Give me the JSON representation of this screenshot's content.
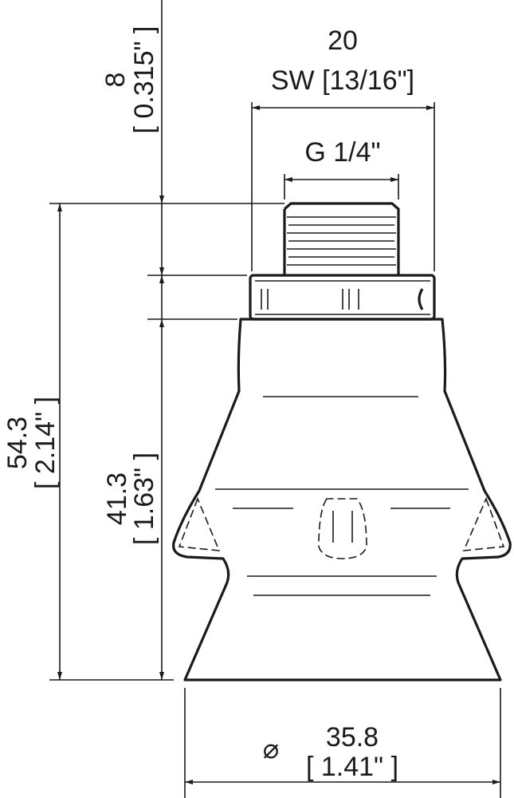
{
  "drawing": {
    "colors": {
      "line": "#1a1a1a",
      "background": "#ffffff"
    },
    "dimensions": {
      "wrench_size": {
        "mm": "20",
        "label": "SW [13/16\"]"
      },
      "thread": {
        "label": "G 1/4\""
      },
      "thread_length": {
        "mm": "8",
        "inch": "[ 0.315\" ]"
      },
      "overall_height": {
        "mm": "54.3",
        "inch": "[ 2.14\" ]"
      },
      "body_height": {
        "mm": "41.3",
        "inch": "[ 1.63\" ]"
      },
      "diameter": {
        "symbol": "⌀",
        "mm": "35.8",
        "inch": "[ 1.41\" ]"
      }
    }
  }
}
